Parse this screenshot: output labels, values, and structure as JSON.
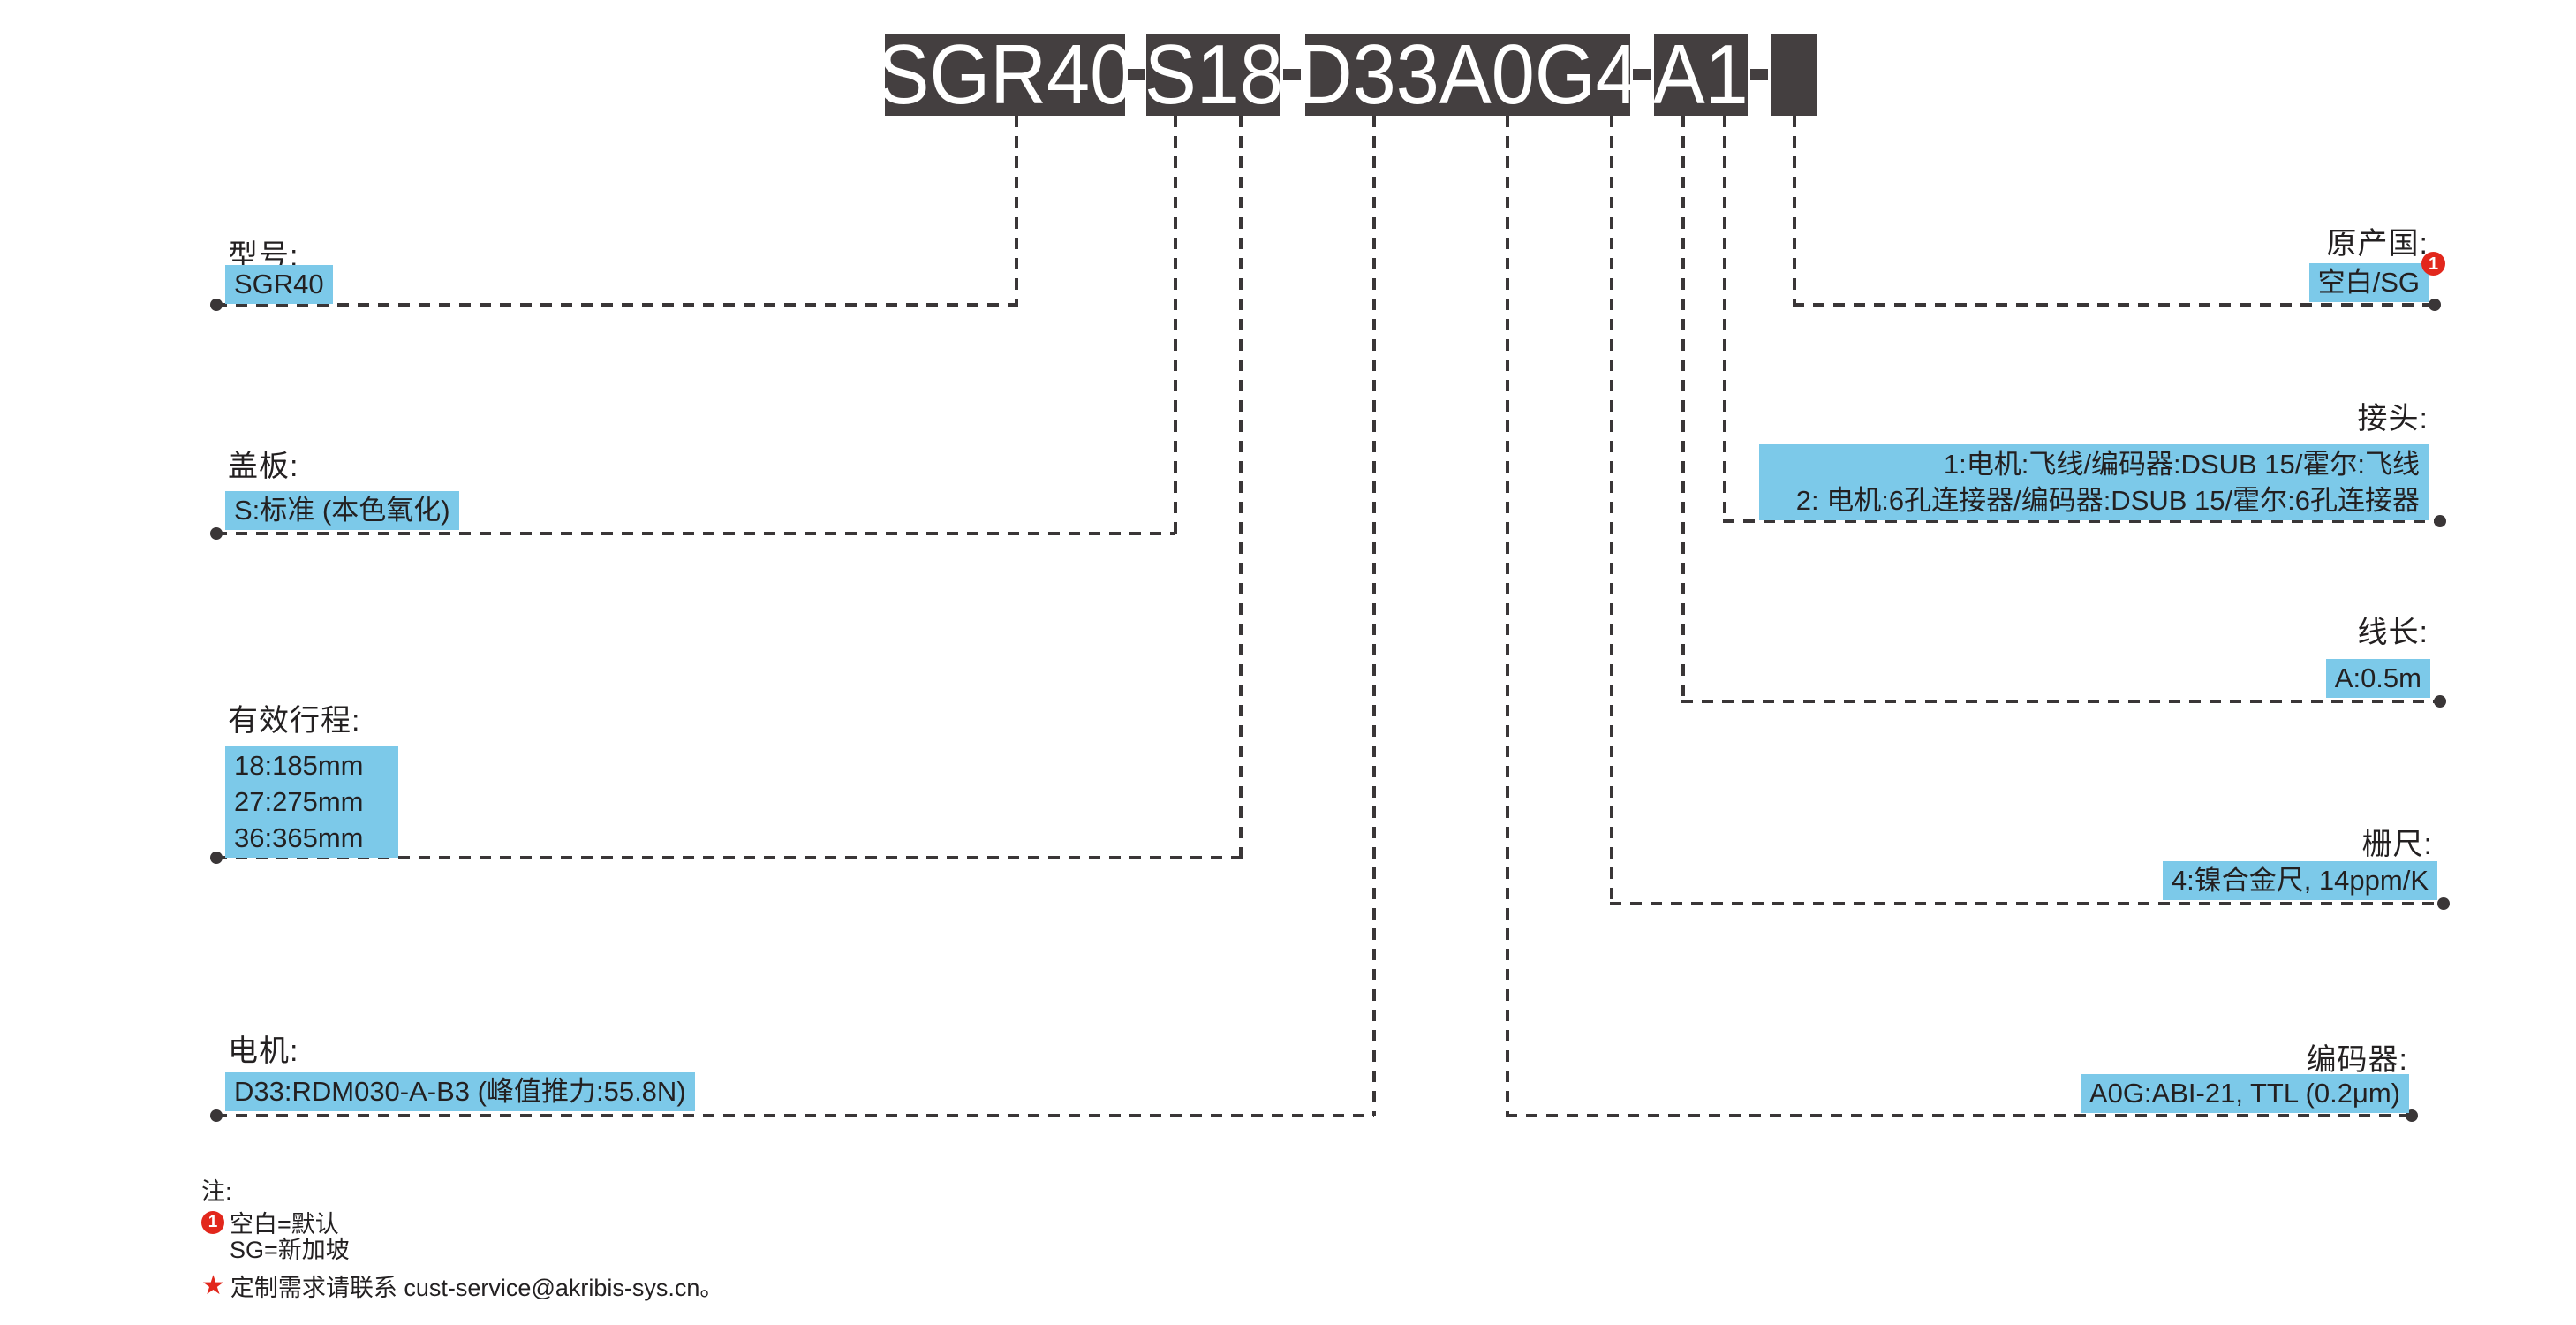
{
  "colors": {
    "highlight_blue": "#7cc9e9",
    "code_box_dark": "#443f40",
    "connector_line": "#3a3637",
    "accent_red": "#e2271c",
    "text": "#232021"
  },
  "title": {
    "code_model": "SGR40",
    "code_cover_stroke": "S18",
    "code_motor_encoder": "D33A0G4",
    "code_cable_connector": "A1",
    "separator": "-"
  },
  "left": {
    "model": {
      "label": "型号:",
      "value": "SGR40"
    },
    "cover": {
      "label": "盖板:",
      "value": "S:标准 (本色氧化)"
    },
    "stroke": {
      "label": "有效行程:",
      "options": [
        "18:185mm",
        "27:275mm",
        "36:365mm"
      ]
    },
    "motor": {
      "label": "电机:",
      "value": "D33:RDM030-A-B3 (峰值推力:55.8N)"
    }
  },
  "right": {
    "origin": {
      "label": "原产国:",
      "value": "空白/SG",
      "footnote_marker": "1"
    },
    "connector": {
      "label": "接头:",
      "options": [
        "1:电机:飞线/编码器:DSUB 15/霍尔:飞线",
        "2: 电机:6孔连接器/编码器:DSUB 15/霍尔:6孔连接器"
      ]
    },
    "cable": {
      "label": "线长:",
      "value": "A:0.5m"
    },
    "scale": {
      "label": "栅尺:",
      "value": "4:镍合金尺, 14ppm/K"
    },
    "encoder": {
      "label": "编码器:",
      "value": "A0G:ABI-21, TTL (0.2μm)"
    }
  },
  "notes": {
    "heading": "注:",
    "footnote_marker": "1",
    "footnote_line1": "空白=默认",
    "footnote_line2": "SG=新加坡",
    "star": "★",
    "custom_note": "定制需求请联系 cust-service@akribis-sys.cn。"
  }
}
